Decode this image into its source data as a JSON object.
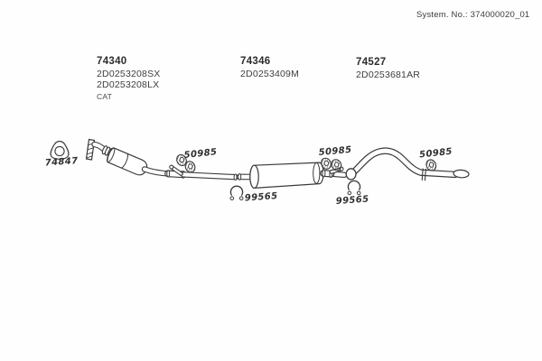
{
  "header": {
    "system_no": "System. No.: 374000020_01"
  },
  "assemblies": [
    {
      "part_no": "74340",
      "codes": [
        "2D0253208SX",
        "2D0253208LX",
        "CAT"
      ]
    },
    {
      "part_no": "74346",
      "codes": [
        "2D0253409M"
      ]
    },
    {
      "part_no": "74527",
      "codes": [
        "2D0253681AR"
      ]
    }
  ],
  "diagram_labels": {
    "gasket": "74847",
    "front_hanger": "50985",
    "front_clamp": "99565",
    "mid_hanger": "50985",
    "mid_clamp": "99565",
    "rear_hanger": "50985"
  },
  "colors": {
    "ink": "#3b3b3b",
    "background": "#ffffff"
  }
}
